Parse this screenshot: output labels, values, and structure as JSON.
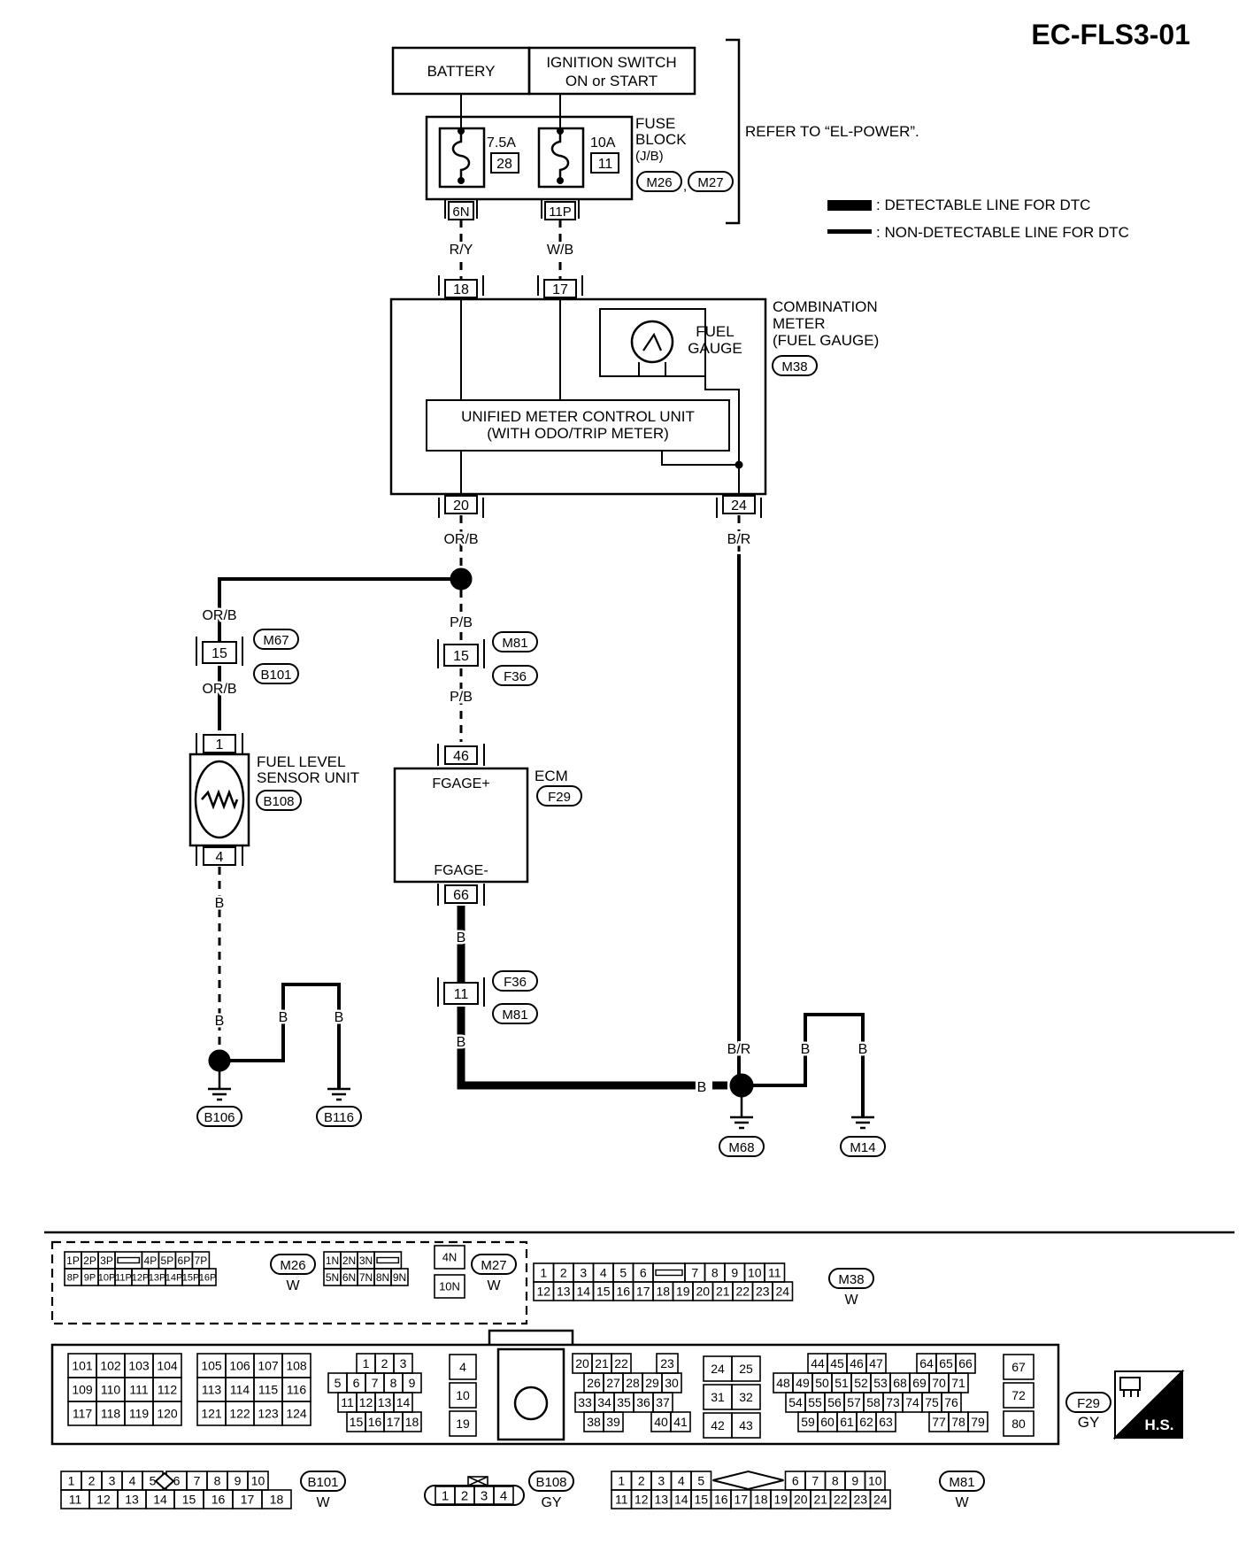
{
  "page_code": "EC-FLS3-01",
  "power": {
    "battery_label": "BATTERY",
    "ignition_line1": "IGNITION SWITCH",
    "ignition_line2": "ON or START",
    "refer_note": "REFER TO “EL-POWER”.",
    "fuse_block": {
      "line1": "FUSE",
      "line2": "BLOCK",
      "line3": "(J/B)",
      "connectors": [
        "M26",
        "M27"
      ],
      "fuses": [
        {
          "rating": "7.5A",
          "number": "28",
          "terminal": "6N",
          "wire": "R/Y"
        },
        {
          "rating": "10A",
          "number": "11",
          "terminal": "11P",
          "wire": "W/B"
        }
      ]
    }
  },
  "legend": {
    "detectable": ": DETECTABLE LINE FOR DTC",
    "non_detectable": ": NON-DETECTABLE LINE FOR DTC"
  },
  "combination_meter": {
    "title_line1": "COMBINATION",
    "title_line2": "METER",
    "title_line3": "(FUEL GAUGE)",
    "connector": "M38",
    "gauge_line1": "FUEL",
    "gauge_line2": "GAUGE",
    "control_line1": "UNIFIED METER CONTROL UNIT",
    "control_line2": "(WITH ODO/TRIP METER)",
    "pins": {
      "in_left": "18",
      "in_right": "17",
      "out_left": "20",
      "out_right": "24"
    }
  },
  "wires": {
    "meter_out_left": "OR/B",
    "meter_out_right": "B/R",
    "branch_left_top": "OR/B",
    "branch_left_bottom": "OR/B",
    "branch_mid_top": "P/B",
    "branch_mid_bottom": "P/B",
    "sensor_ground": "B",
    "sensor_ground_lower": "B",
    "ground_b116": "B",
    "ground_junction_b": "B",
    "ecm_ground_top": "B",
    "ecm_ground_bottom": "B",
    "ecm_ground_horizontal": "B",
    "m68_br": "B/R",
    "m14_b1": "B",
    "m14_b2": "B"
  },
  "inline_connectors": [
    {
      "pin": "15",
      "upper": "M67",
      "lower": "B101"
    },
    {
      "pin": "15",
      "upper": "M81",
      "lower": "F36"
    },
    {
      "pin": "11",
      "upper": "F36",
      "lower": "M81"
    }
  ],
  "sensor": {
    "line1": "FUEL LEVEL",
    "line2": "SENSOR UNIT",
    "connector": "B108",
    "pin_top": "1",
    "pin_bottom": "4"
  },
  "ecm": {
    "label": "ECM",
    "connector": "F29",
    "pin_plus": "46",
    "label_plus": "FGAGE+",
    "pin_minus": "66",
    "label_minus": "FGAGE-"
  },
  "grounds": [
    "B106",
    "B116",
    "M68",
    "M14"
  ],
  "connector_views": {
    "m26": {
      "code": "M26",
      "color": "W",
      "row1": [
        "1P",
        "2P",
        "3P",
        "",
        "4P",
        "5P",
        "6P",
        "7P"
      ],
      "row2": [
        "8P",
        "9P",
        "10P",
        "11P",
        "12P",
        "13P",
        "14P",
        "15P",
        "16P"
      ]
    },
    "m27": {
      "code": "M27",
      "color": "W",
      "row1": [
        "1N",
        "2N",
        "3N",
        ""
      ],
      "row2": [
        "5N",
        "6N",
        "7N",
        "8N",
        "9N"
      ],
      "side": [
        "4N",
        "10N"
      ]
    },
    "m38": {
      "code": "M38",
      "color": "W",
      "row1": [
        "1",
        "2",
        "3",
        "4",
        "5",
        "6",
        "",
        "7",
        "8",
        "9",
        "10",
        "11"
      ],
      "row2": [
        "12",
        "13",
        "14",
        "15",
        "16",
        "17",
        "18",
        "19",
        "20",
        "21",
        "22",
        "23",
        "24"
      ]
    },
    "f29": {
      "code": "F29",
      "color": "GY",
      "hs": "H.S.",
      "g1": [
        [
          "101",
          "102",
          "103",
          "104"
        ],
        [
          "109",
          "110",
          "111",
          "112"
        ],
        [
          "117",
          "118",
          "119",
          "120"
        ]
      ],
      "g2": [
        [
          "105",
          "106",
          "107",
          "108"
        ],
        [
          "113",
          "114",
          "115",
          "116"
        ],
        [
          "121",
          "122",
          "123",
          "124"
        ]
      ],
      "g3": [
        [
          "1",
          "2",
          "3"
        ],
        [
          "5",
          "6",
          "7",
          "8",
          "9"
        ],
        [
          "11",
          "12",
          "13",
          "14"
        ],
        [
          "15",
          "16",
          "17",
          "18"
        ]
      ],
      "g4": [
        "4",
        "10",
        "19"
      ],
      "g5": [
        [
          "20",
          "21",
          "22",
          "",
          "23"
        ],
        [
          "",
          "26",
          "27",
          "28",
          "29",
          "30"
        ],
        [
          "33",
          "34",
          "35",
          "36",
          "37"
        ],
        [
          "38",
          "39",
          "",
          "40",
          "41"
        ]
      ],
      "g6": [
        [
          "24",
          "25"
        ],
        [
          "31",
          "32"
        ],
        [
          "42",
          "43"
        ]
      ],
      "g7": [
        [
          "",
          "44",
          "45",
          "46",
          "47",
          "",
          "64",
          "65",
          "66"
        ],
        [
          "48",
          "49",
          "50",
          "51",
          "52",
          "53",
          "68",
          "69",
          "70",
          "71"
        ],
        [
          "",
          "54",
          "55",
          "56",
          "57",
          "58",
          "73",
          "74",
          "75",
          "76"
        ],
        [
          "",
          "59",
          "60",
          "61",
          "62",
          "63",
          "",
          "77",
          "78",
          "79"
        ]
      ],
      "g8": [
        "67",
        "72",
        "80"
      ]
    },
    "b101": {
      "code": "B101",
      "color": "W",
      "row1": [
        "1",
        "2",
        "3",
        "4",
        "5",
        "6",
        "7",
        "8",
        "9",
        "10"
      ],
      "row2": [
        "11",
        "12",
        "13",
        "14",
        "15",
        "16",
        "17",
        "18"
      ]
    },
    "b108": {
      "code": "B108",
      "color": "GY",
      "pins": [
        "1",
        "2",
        "3",
        "4"
      ]
    },
    "m81": {
      "code": "M81",
      "color": "W",
      "row1": [
        "1",
        "2",
        "3",
        "4",
        "5",
        "",
        "6",
        "7",
        "8",
        "9",
        "10"
      ],
      "row2": [
        "11",
        "12",
        "13",
        "14",
        "15",
        "16",
        "17",
        "18",
        "19",
        "20",
        "21",
        "22",
        "23",
        "24"
      ]
    }
  }
}
